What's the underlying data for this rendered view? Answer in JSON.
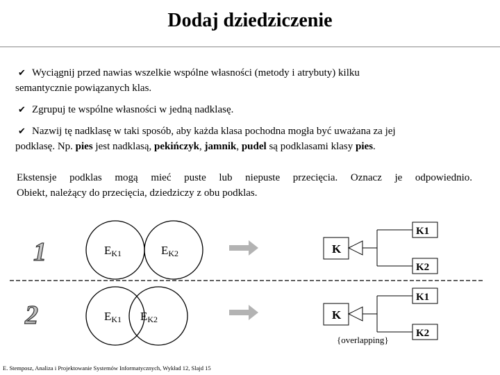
{
  "title": "Dodaj dziedziczenie",
  "bullets": {
    "b1_line1": "Wyciągnij przed nawias wszelkie wspólne własności (metody i atrybuty) kilku",
    "b1_line2": "semantycznie powiązanych klas.",
    "b2": "Zgrupuj te wspólne własności w jedną nadklasę.",
    "b3_line1": "Nazwij tę nadklasę w taki sposób, aby każda klasa pochodna mogła być uważana za jej",
    "b3_line2_pre": "podklasę. Np. ",
    "word_pies": "pies",
    "b3_mid1": " jest nadklasą, ",
    "word_pekinczyk": "pekińczyk",
    "comma": ", ",
    "word_jamnik": "jamnik",
    "comma2": ", ",
    "word_pudel": "pudel",
    "b3_mid2": " są podklasami  klasy ",
    "word_pies2": "pies",
    "dot": "."
  },
  "paragraph": {
    "line1": "Ekstensje podklas mogą mieć puste lub niepuste przecięcia. Oznacz je odpowiednio.",
    "line2": "Obiekt, należący do przecięcia, dziedziczy z obu podklas."
  },
  "diagram1": {
    "number": "1",
    "set1": "E",
    "set1_sub": "K1",
    "set2": "E",
    "set2_sub": "K2",
    "superclass": "K",
    "sub1": "K1",
    "sub2": "K2"
  },
  "diagram2": {
    "number": "2",
    "set1": "E",
    "set1_sub": "K1",
    "set2": "E",
    "set2_sub": "K2",
    "superclass": "K",
    "sub1": "K1",
    "sub2": "K2",
    "constraint": "{overlapping}"
  },
  "footer": "E. Stemposz, Analiza i Projektowanie Systemów Informatycznych, Wykład 12, Slajd 15",
  "colors": {
    "arrow": "#b3b3b3",
    "rule": "#8a8a8a",
    "bullet": "#000000"
  }
}
